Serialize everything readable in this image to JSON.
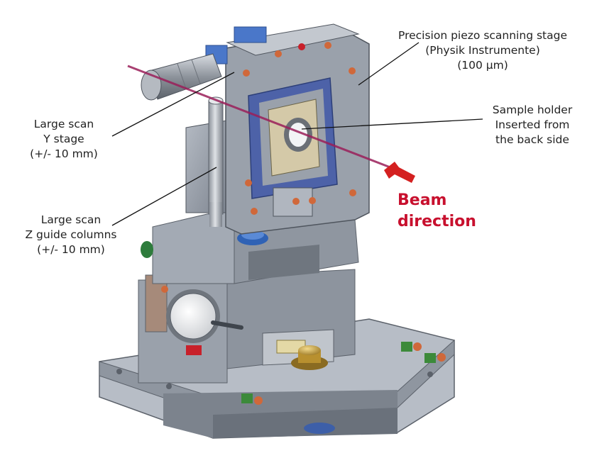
{
  "labels": {
    "piezo": {
      "line1": "Precision piezo scanning stage",
      "line2": "(Physik Instrumente)",
      "line3": "(100 µm)"
    },
    "y_stage": {
      "line1": "Large scan",
      "line2": "Y stage",
      "line3": "(+/- 10 mm)"
    },
    "sample": {
      "line1": "Sample holder",
      "line2": "Inserted from",
      "line3": "the back side"
    },
    "z_columns": {
      "line1": "Large scan",
      "line2": "Z guide columns",
      "line3": "(+/- 10 mm)"
    },
    "beam": {
      "line1": "Beam",
      "line2": "direction"
    }
  },
  "colors": {
    "machine_grey": "#9ba2ae",
    "frame_blue": "#4d62a8",
    "beam_line": "#9b1f5a",
    "beam_label": "#c8102e",
    "arrow": "#d42020"
  }
}
